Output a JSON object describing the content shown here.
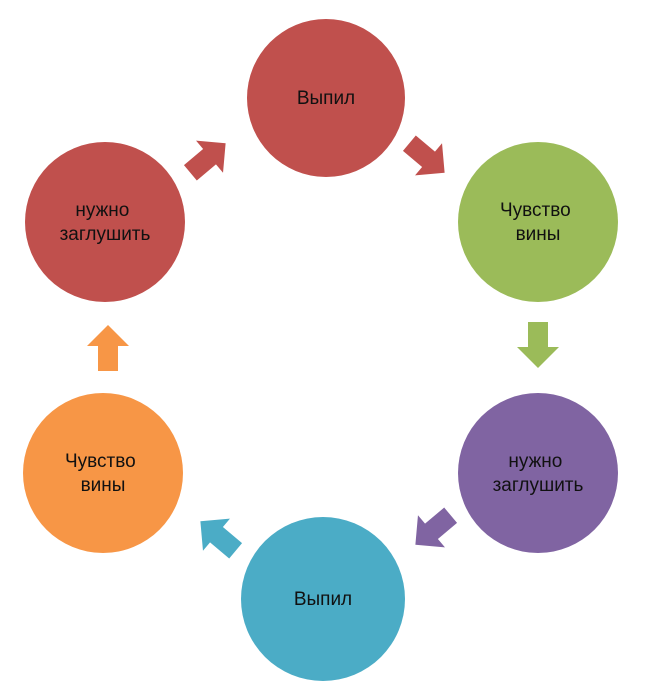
{
  "diagram": {
    "nodes": [
      {
        "id": "top",
        "lines": [
          "Выпил"
        ],
        "color": "#c0504d"
      },
      {
        "id": "upper-right",
        "lines": [
          "Чувство",
          "вины"
        ],
        "color": "#9bbb59"
      },
      {
        "id": "lower-right",
        "lines": [
          "нужно",
          "заглушить"
        ],
        "color": "#8064a2"
      },
      {
        "id": "bottom",
        "lines": [
          "Выпил"
        ],
        "color": "#4bacc6"
      },
      {
        "id": "lower-left",
        "lines": [
          "Чувство",
          "вины"
        ],
        "color": "#f79646"
      },
      {
        "id": "upper-left",
        "lines": [
          "нужно",
          "заглушить"
        ],
        "color": "#c0504d"
      }
    ],
    "arrows": [
      {
        "from": "top",
        "to": "upper-right",
        "color": "#c0504d"
      },
      {
        "from": "upper-right",
        "to": "lower-right",
        "color": "#9bbb59"
      },
      {
        "from": "lower-right",
        "to": "bottom",
        "color": "#8064a2"
      },
      {
        "from": "bottom",
        "to": "lower-left",
        "color": "#4bacc6"
      },
      {
        "from": "lower-left",
        "to": "upper-left",
        "color": "#f79646"
      },
      {
        "from": "upper-left",
        "to": "top",
        "color": "#c0504d"
      }
    ]
  }
}
